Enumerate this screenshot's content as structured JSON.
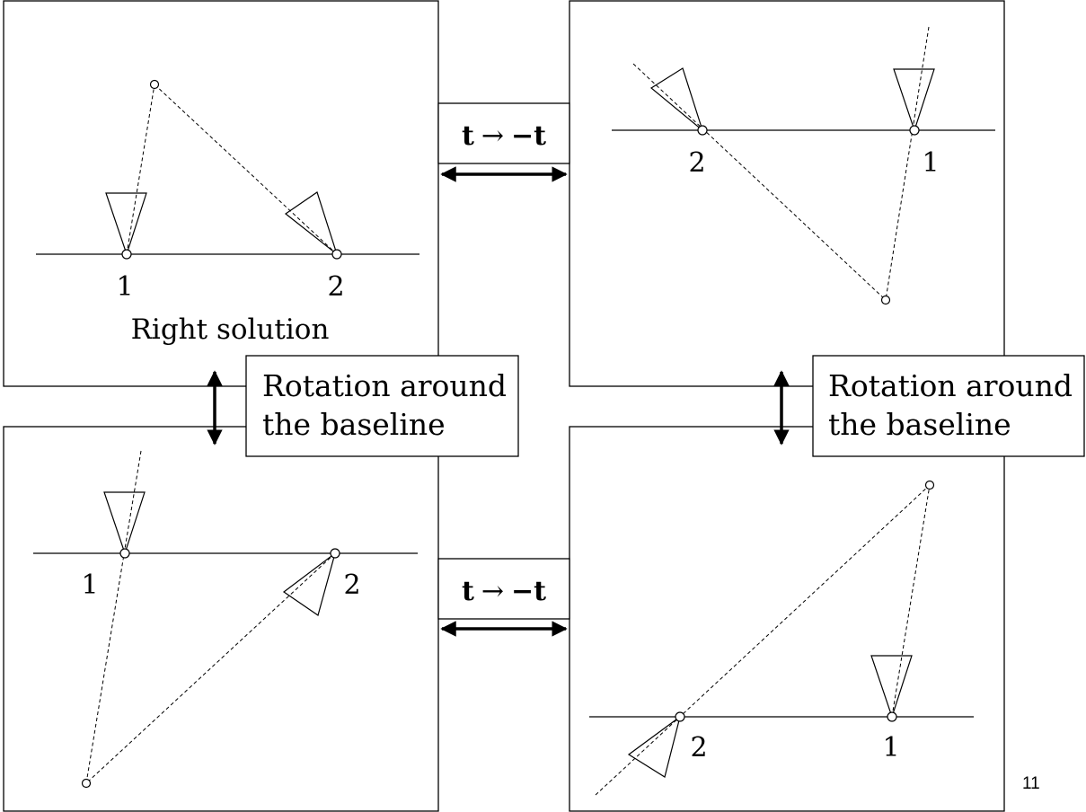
{
  "panels": {
    "top_left": {
      "camera_1": "1",
      "camera_2": "2",
      "caption": "Right solution"
    },
    "top_right": {
      "camera_1": "1",
      "camera_2": "2"
    },
    "bottom_left": {
      "camera_1": "1",
      "camera_2": "2"
    },
    "bottom_right": {
      "camera_1": "1",
      "camera_2": "2"
    }
  },
  "transforms": {
    "top": {
      "label": "−t",
      "symbol_t": "t",
      "arrow": "→"
    },
    "bottom": {
      "label": "−t",
      "symbol_t": "t",
      "arrow": "→"
    },
    "left_rotation": {
      "line1": "Rotation around",
      "line2": "the baseline"
    },
    "right_rotation": {
      "line1": "Rotation around",
      "line2": "the baseline"
    }
  },
  "slide": {
    "page_number": "11"
  }
}
